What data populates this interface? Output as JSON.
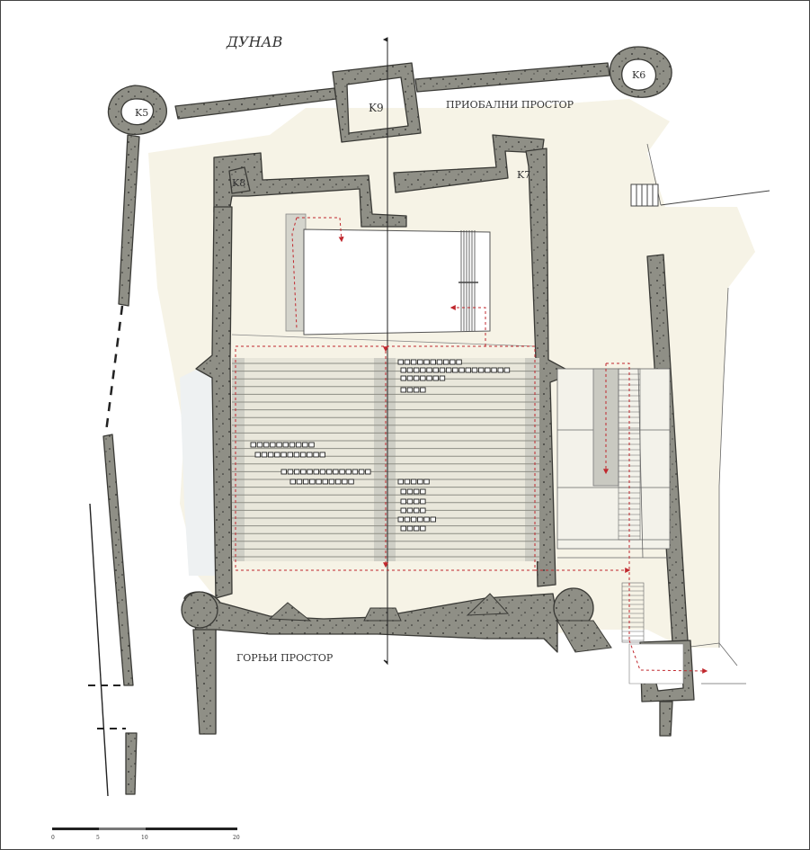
{
  "plan": {
    "river_label": "ДУНАВ",
    "riverside_label": "ПРИОБАЛНИ ПРОСТОР",
    "upper_label": "ГОРЊИ ПРОСТОР",
    "towers": {
      "k5": "K5",
      "k6": "K6",
      "k7": "K7",
      "k8": "K8",
      "k9": "K9"
    }
  },
  "scale_bar": {
    "ticks": [
      "0",
      "5",
      "10",
      "20"
    ]
  },
  "colors": {
    "wall": "#8f8f86",
    "wall_stroke": "#3a3a36",
    "terrain": "#f6f3e6",
    "stage_grey": "#d4d4cc",
    "seating_line": "#8d8d84",
    "route": "#c0272d"
  }
}
